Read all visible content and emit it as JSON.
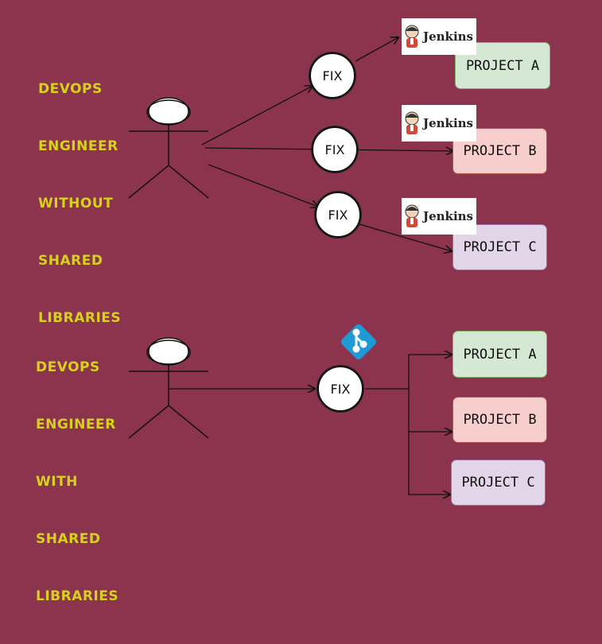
{
  "colors": {
    "background": "#8c344d",
    "label_text": "#d7d11e",
    "project_a_fill": "#d5e8d4",
    "project_a_border": "#82b366",
    "project_b_fill": "#f8cecc",
    "project_b_border": "#b85450",
    "project_c_fill": "#e1d5e7",
    "project_c_border": "#9673a6",
    "git_logo": "#1e9bd7"
  },
  "top_section": {
    "label_lines": [
      "DEVOPS",
      "ENGINEER",
      "WITHOUT",
      "SHARED",
      "LIBRARIES"
    ],
    "fix_labels": [
      "FIX",
      "FIX",
      "FIX"
    ],
    "jenkins_labels": [
      "Jenkins",
      "Jenkins",
      "Jenkins"
    ],
    "projects": [
      "PROJECT A",
      "PROJECT B",
      "PROJECT C"
    ]
  },
  "bottom_section": {
    "label_lines": [
      "DEVOPS",
      "ENGINEER",
      "WITH",
      "SHARED",
      "LIBRARIES"
    ],
    "fix_label": "FIX",
    "projects": [
      "PROJECT A",
      "PROJECT B",
      "PROJECT C"
    ]
  },
  "icons": {
    "stick_figure": "person-icon",
    "jenkins_logo": "jenkins-icon",
    "git_logo": "git-icon"
  }
}
